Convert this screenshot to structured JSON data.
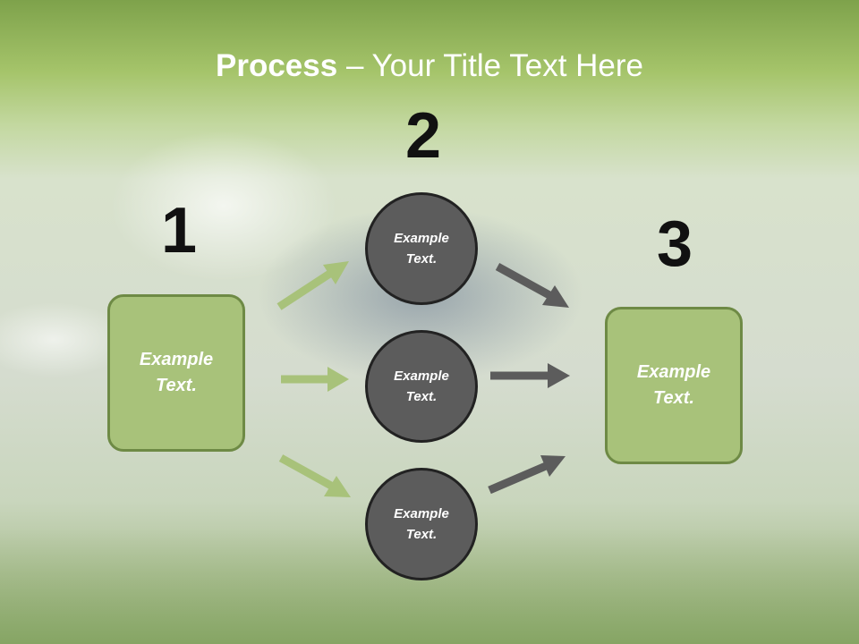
{
  "title": {
    "bold": "Process",
    "rest": " – Your Title Text Here"
  },
  "steps": {
    "one": "1",
    "two": "2",
    "three": "3"
  },
  "left_box": {
    "line1": "Example",
    "line2": "Text."
  },
  "right_box": {
    "line1": "Example",
    "line2": "Text."
  },
  "circles": [
    {
      "line1": "Example",
      "line2": "Text."
    },
    {
      "line1": "Example",
      "line2": "Text."
    },
    {
      "line1": "Example",
      "line2": "Text."
    }
  ],
  "colors": {
    "box_fill": "#a8c27a",
    "box_border": "#6e8a45",
    "circle_fill": "#5c5c5c",
    "circle_border": "#222222",
    "arrow_green": "#a8c27a",
    "arrow_gray": "#5c5c5c"
  }
}
